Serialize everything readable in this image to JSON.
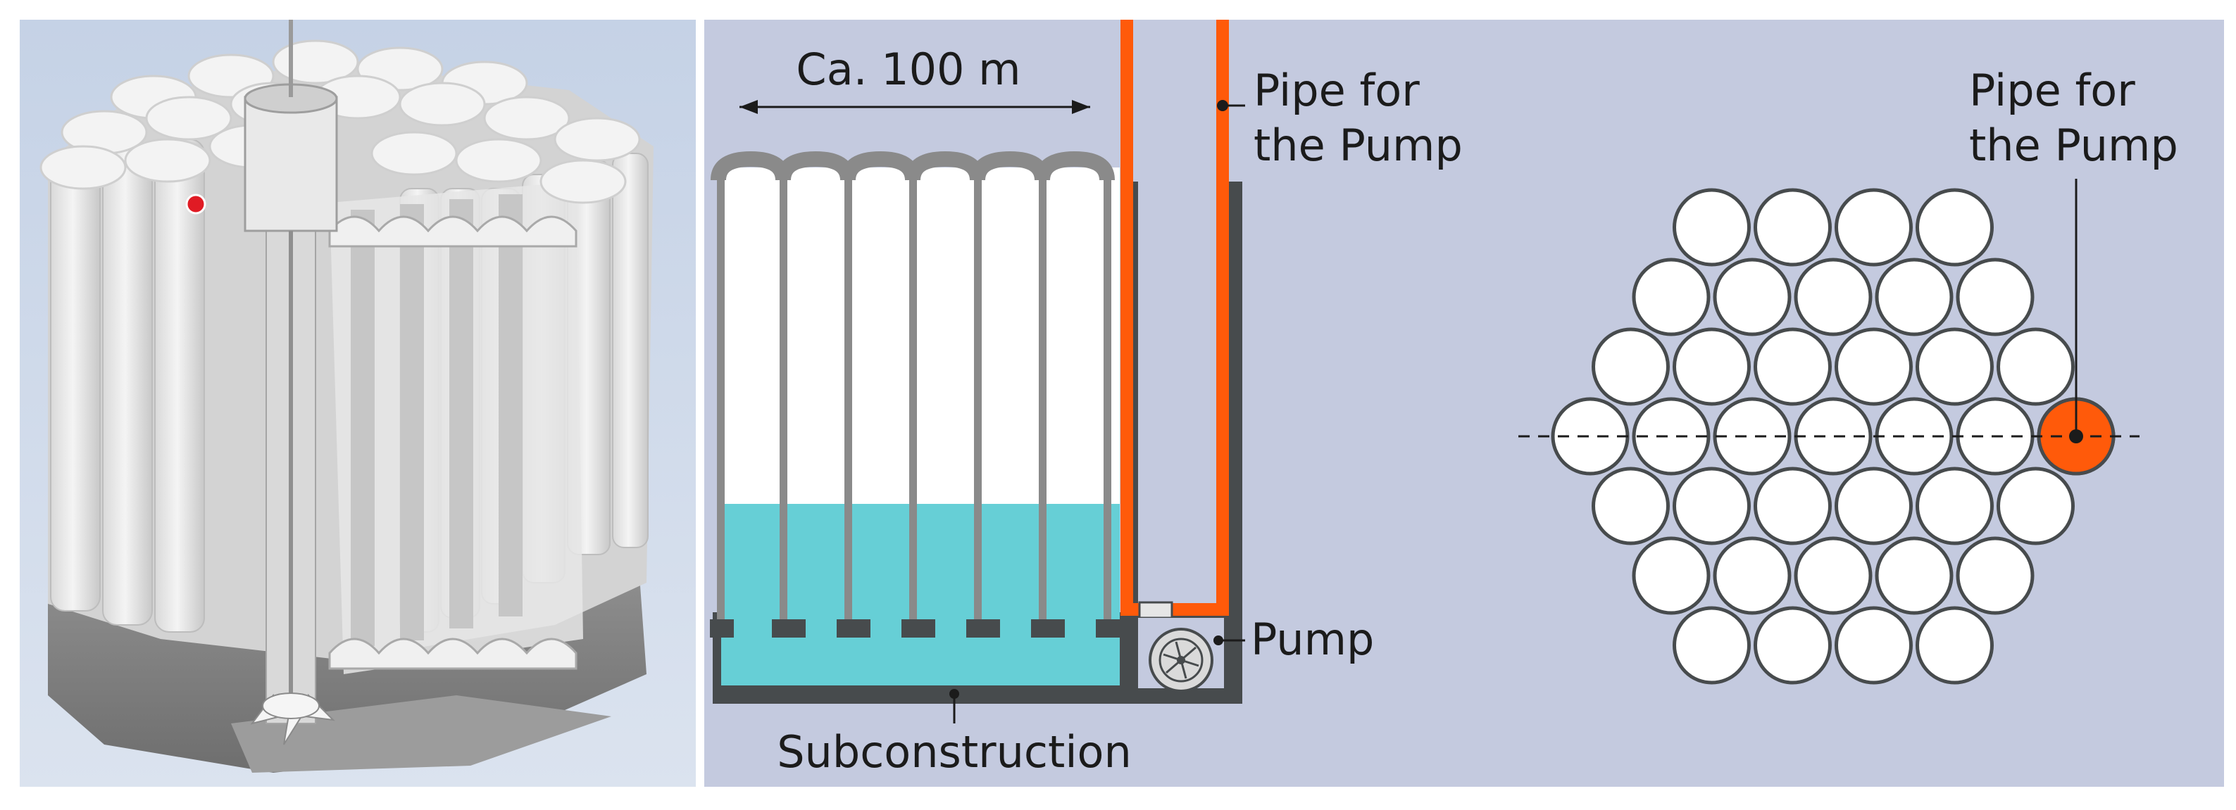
{
  "colors": {
    "background_panel": "#c4cadf",
    "pipe_orange": "#ff5a0a",
    "water": "#66cfd6",
    "structure_dark": "#474b4d",
    "column_grey": "#8a8a8a",
    "text": "#1b1b1b"
  },
  "middle_panel": {
    "dimension_label": "Ca. 100 m",
    "pipe_label_line1": "Pipe for",
    "pipe_label_line2": "the Pump",
    "pump_label": "Pump",
    "subconstruction_label": "Subconstruction"
  },
  "right_panel": {
    "pipe_label_line1": "Pipe for",
    "pipe_label_line2": "the Pump"
  },
  "left_panel": {
    "marker_color": "#e01b24"
  }
}
